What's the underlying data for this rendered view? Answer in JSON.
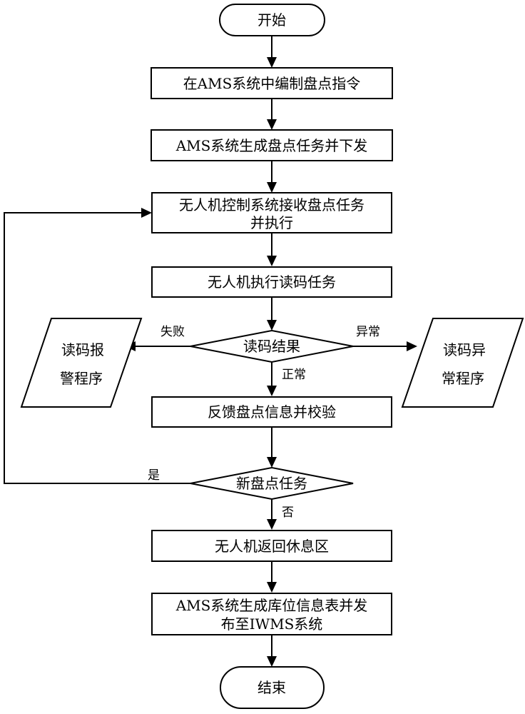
{
  "flowchart": {
    "nodes": {
      "start": {
        "label": "开始",
        "shape": "terminal"
      },
      "compile_instruction": {
        "label": "在AMS系统中编制盘点指令",
        "shape": "process"
      },
      "generate_task": {
        "label": "AMS系统生成盘点任务并下发",
        "shape": "process"
      },
      "receive_execute": {
        "label_line1": "无人机控制系统接收盘点任务",
        "label_line2": "并执行",
        "shape": "process"
      },
      "read_code": {
        "label": "无人机执行读码任务",
        "shape": "process"
      },
      "read_result": {
        "label": "读码结果",
        "shape": "decision"
      },
      "alarm_program": {
        "label_line1": "读码报",
        "label_line2": "警程序",
        "shape": "io"
      },
      "exception_program": {
        "label_line1": "读码异",
        "label_line2": "常程序",
        "shape": "io"
      },
      "feedback_verify": {
        "label": "反馈盘点信息并校验",
        "shape": "process"
      },
      "new_task": {
        "label": "新盘点任务",
        "shape": "decision"
      },
      "return_rest": {
        "label": "无人机返回休息区",
        "shape": "process"
      },
      "publish_table": {
        "label_line1": "AMS系统生成库位信息表并发",
        "label_line2": "布至IWMS系统",
        "shape": "process"
      },
      "end": {
        "label": "结束",
        "shape": "terminal"
      }
    },
    "edges": {
      "fail": "失败",
      "abnormal": "异常",
      "normal": "正常",
      "yes": "是",
      "no": "否"
    }
  }
}
